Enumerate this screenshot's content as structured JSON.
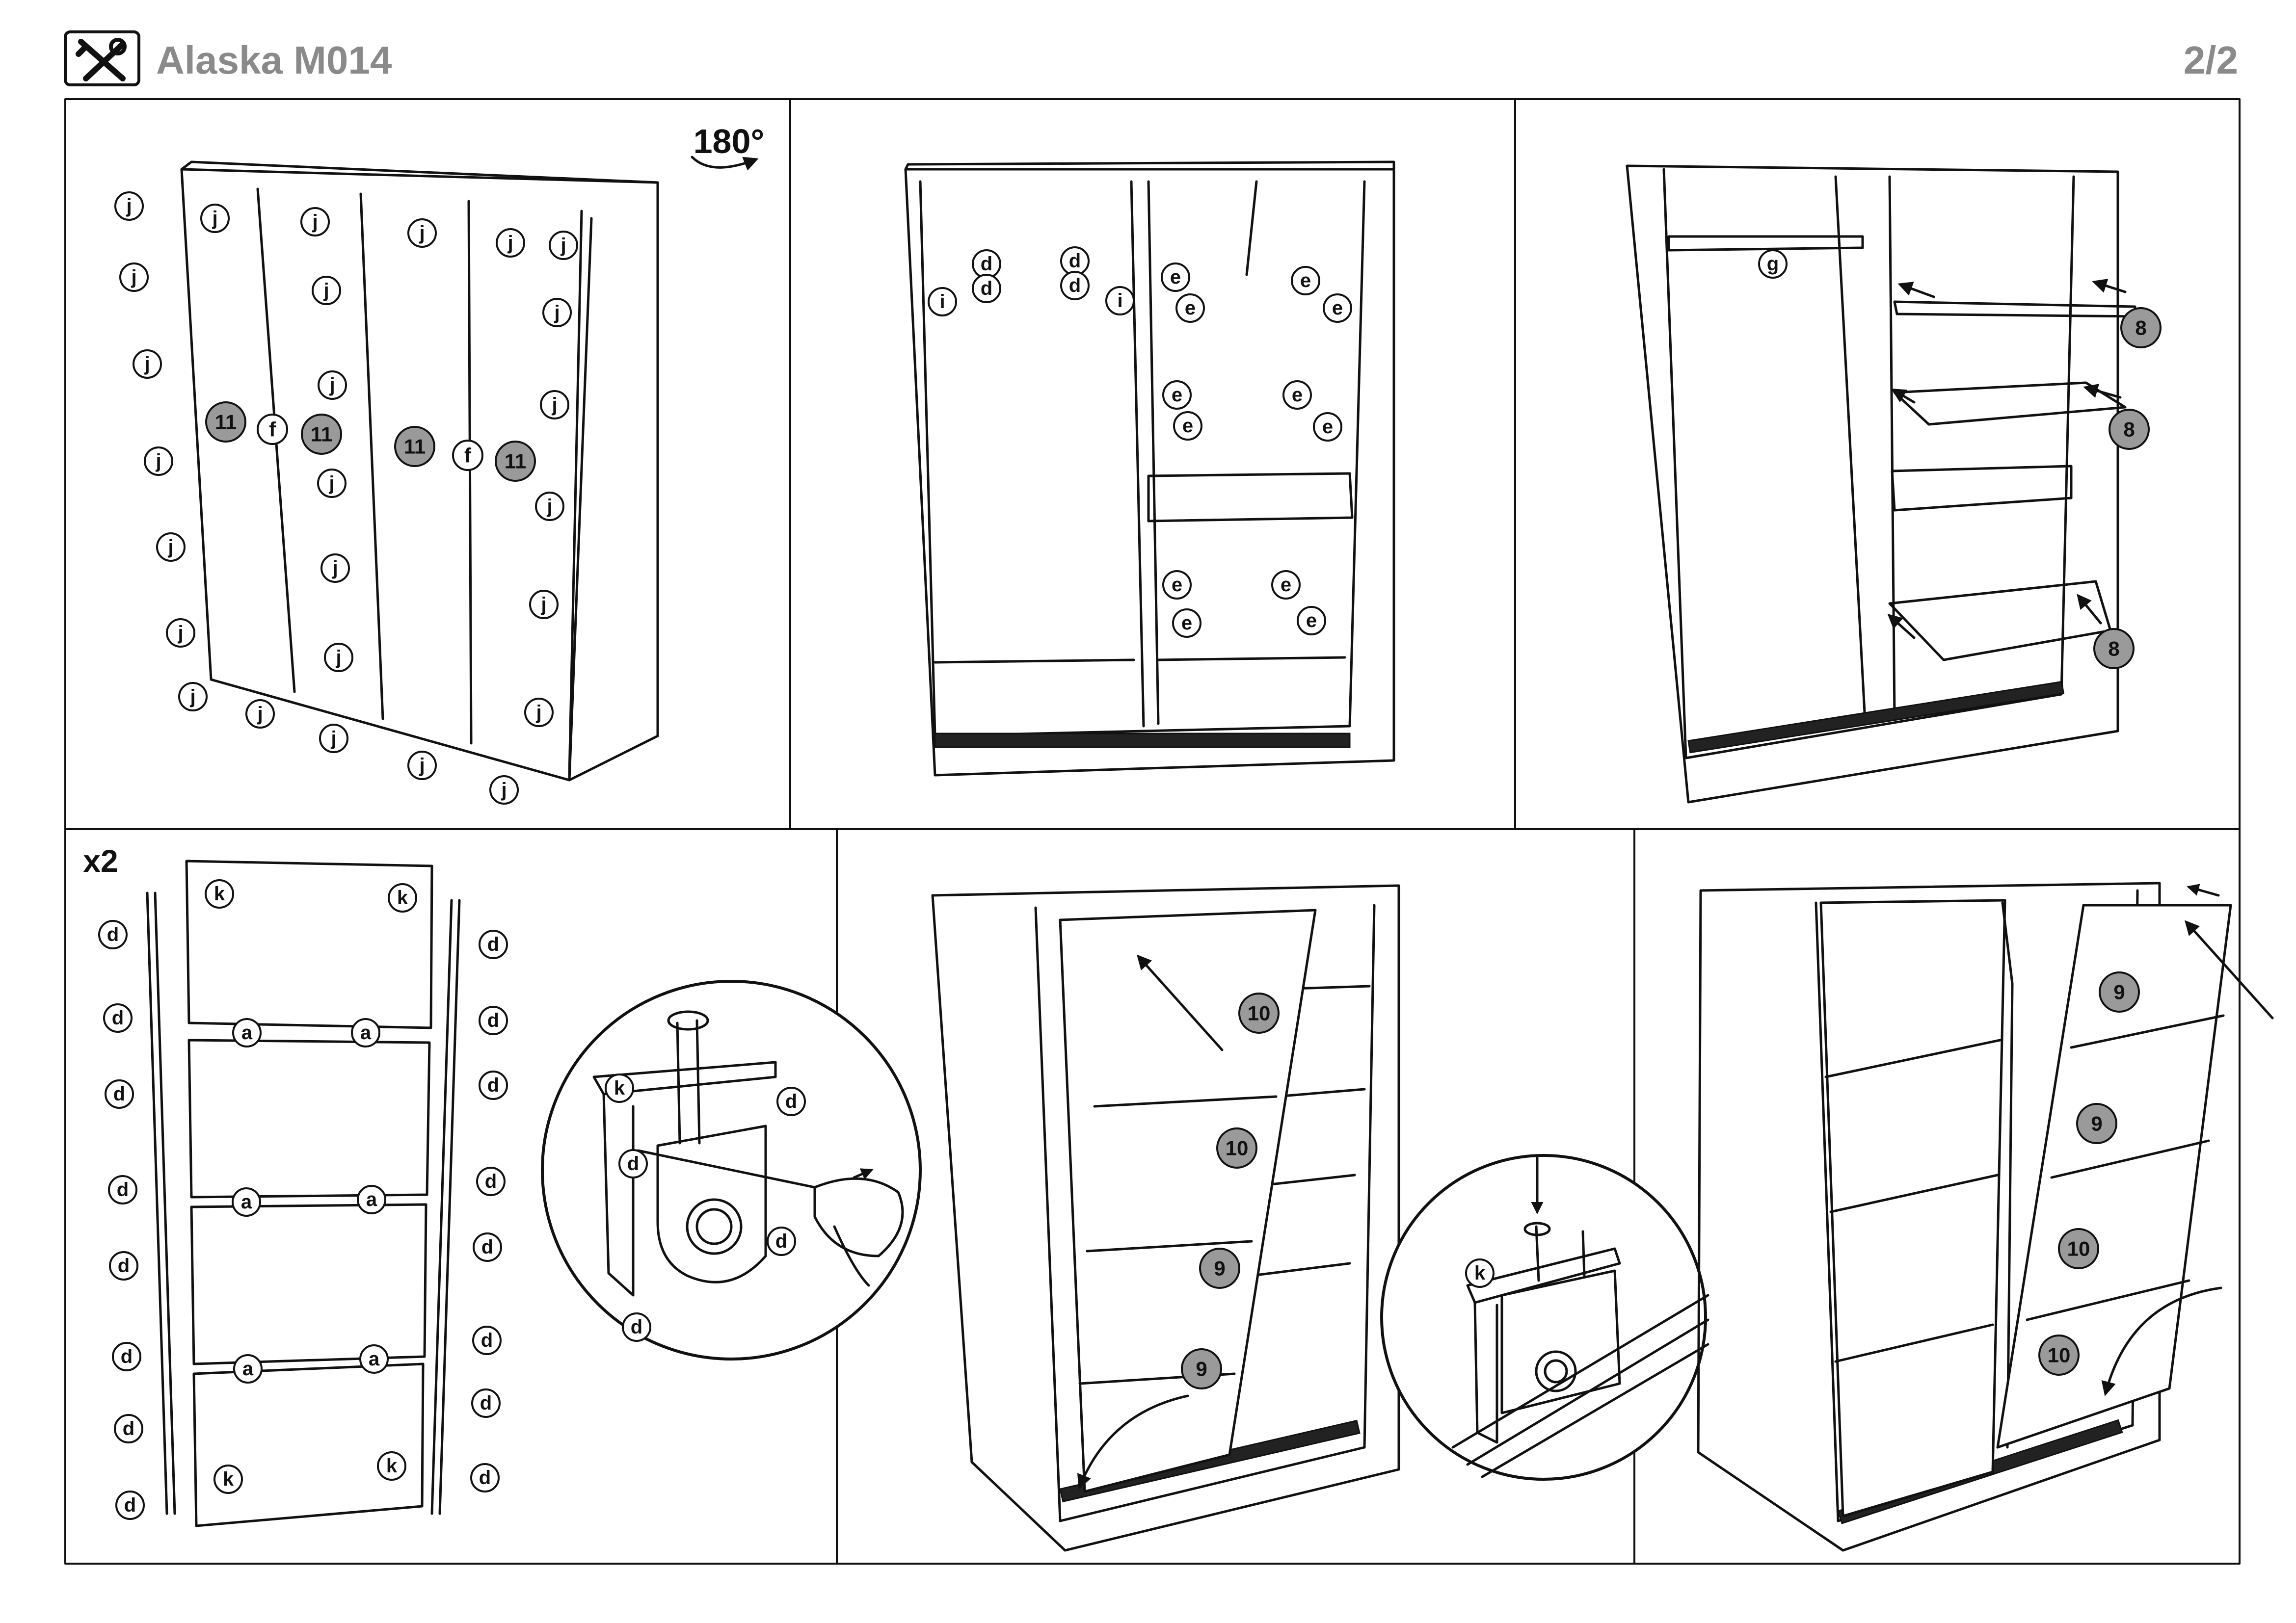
{
  "header": {
    "title": "Alaska M014",
    "page": "2/2",
    "icon": "tools-icon"
  },
  "step1": {
    "rotate_label": "180°",
    "dowel": "j",
    "part_back": "11",
    "joiner": "f"
  },
  "step2": {
    "dowel_d": "d",
    "part_i": "i",
    "dowel_e": "e"
  },
  "step3": {
    "rail": "g",
    "shelf": "8"
  },
  "step4": {
    "multiplier": "x2",
    "roller": "k",
    "strip": "a",
    "screw": "d"
  },
  "step5": {
    "door_upper": "10",
    "door_lower": "9"
  },
  "step6": {
    "roller": "k",
    "door_upper": "9",
    "door_lower": "10"
  }
}
